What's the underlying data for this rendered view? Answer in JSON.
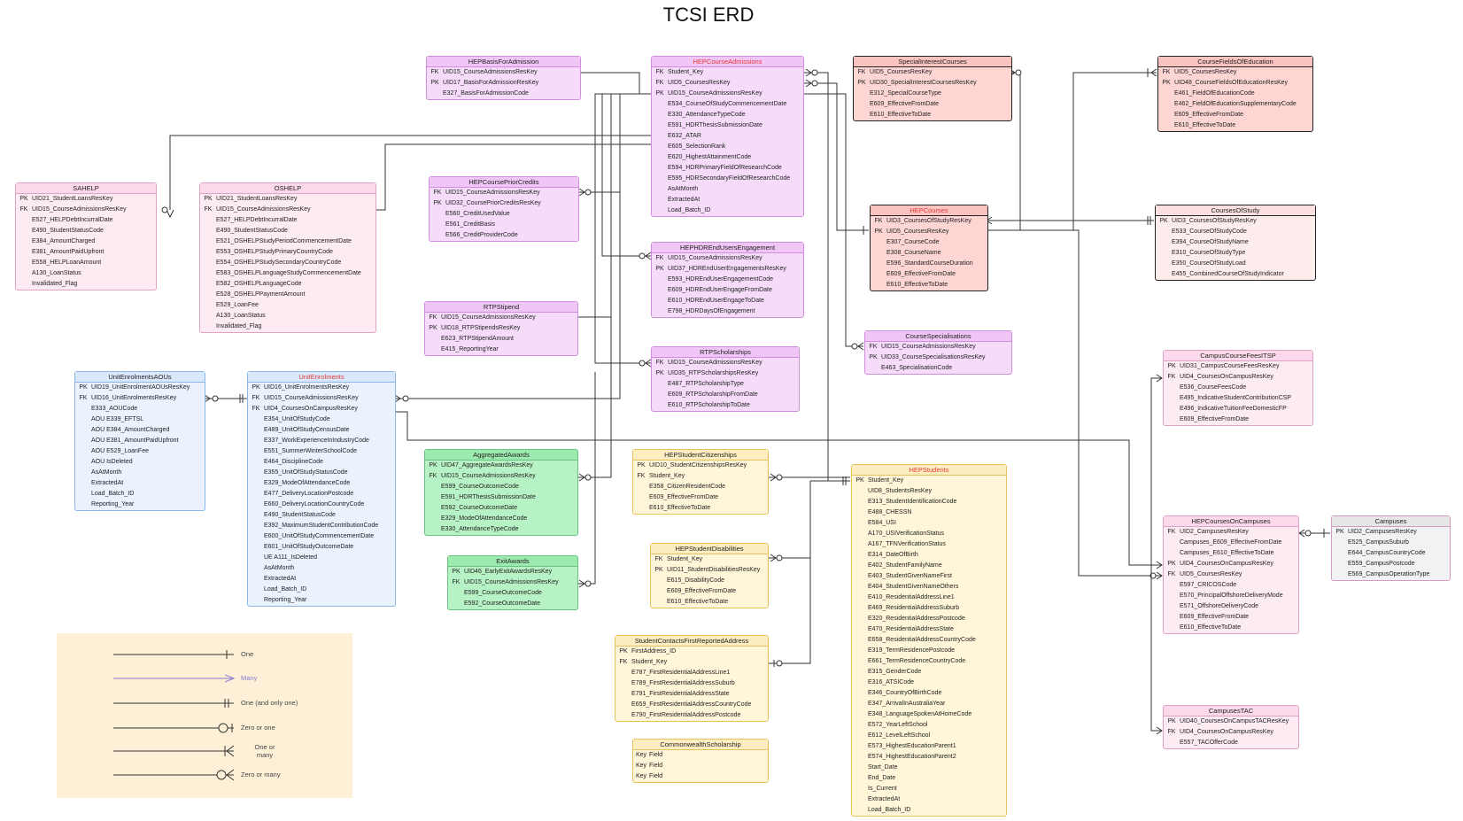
{
  "title": "TCSI ERD",
  "colors": {
    "pink": {
      "bg": "#fdebf4",
      "border": "#e0a3c6",
      "hdr": "#fbd9ea"
    },
    "purple": {
      "bg": "#f6dcfa",
      "border": "#d28ce0",
      "hdr": "#f0c6f6"
    },
    "red": {
      "bg": "#fdd6d4",
      "border": "#222222",
      "hdr": "#fbc3c0"
    },
    "redlight": {
      "bg": "#fdecec",
      "border": "#222222",
      "hdr": "#fbe0e0"
    },
    "blue": {
      "bg": "#eaf2fd",
      "border": "#8ab6ea",
      "hdr": "#d9e8fb"
    },
    "green": {
      "bg": "#b7f2c4",
      "border": "#68c47e",
      "hdr": "#9deab0"
    },
    "yellow": {
      "bg": "#fff6d9",
      "border": "#e7c25c",
      "hdr": "#fdedc0"
    },
    "gray": {
      "bg": "#f2f2f2",
      "border": "#d49bc0",
      "hdr": "#e6e6e6"
    },
    "red_title": "#e53935"
  },
  "entities": [
    {
      "id": "hepbasis",
      "name": "HEPBasisForAdmission",
      "theme": "purple",
      "rows": [
        [
          "FK",
          "UID15_CourseAdmissionsResKey"
        ],
        [
          "PK",
          "UID17_BasisForAdmissionResKey"
        ],
        [
          "",
          "E327_BasisForAdmissionCode"
        ]
      ]
    },
    {
      "id": "hepcourseadm",
      "name": "HEPCourseAdmissions",
      "theme": "purple",
      "red": true,
      "rows": [
        [
          "FK",
          "Student_Key"
        ],
        [
          "FK",
          "UID5_CoursesResKey"
        ],
        [
          "PK",
          "UID15_CourseAdmissionsResKey"
        ],
        [
          "",
          "E534_CourseOfStudyCommencementDate"
        ],
        [
          "",
          "E330_AttendanceTypeCode"
        ],
        [
          "",
          "E591_HDRThesisSubmissionDate"
        ],
        [
          "",
          "E632_ATAR"
        ],
        [
          "",
          "E605_SelectionRank"
        ],
        [
          "",
          "E620_HighestAttainmentCode"
        ],
        [
          "",
          "E594_HDRPrimaryFieldOfResearchCode"
        ],
        [
          "",
          "E595_HDRSecondaryFieldOfResearchCode"
        ],
        [
          "",
          "AsAtMonth"
        ],
        [
          "",
          "ExtractedAt"
        ],
        [
          "",
          "Load_Batch_ID"
        ]
      ]
    },
    {
      "id": "specialint",
      "name": "SpecialInterestCourses",
      "theme": "red",
      "rows": [
        [
          "FK",
          "UID5_CoursesResKey"
        ],
        [
          "PK",
          "UID30_SpecialInterestCoursesResKey"
        ],
        [
          "",
          "E312_SpecialCourseType"
        ],
        [
          "",
          "E609_EffectiveFromDate"
        ],
        [
          "",
          "E610_EffectiveToDate"
        ]
      ]
    },
    {
      "id": "coursefields",
      "name": "CourseFieldsOfEducation",
      "theme": "red",
      "rows": [
        [
          "FK",
          "UID5_CoursesResKey"
        ],
        [
          "PK",
          "UID48_CourseFieldsOfEducationResKey"
        ],
        [
          "",
          "E461_FieldOfEducationCode"
        ],
        [
          "",
          "E462_FieldOfEducationSupplementaryCode"
        ],
        [
          "",
          "E609_EffectiveFromDate"
        ],
        [
          "",
          "E610_EffectiveToDate"
        ]
      ]
    },
    {
      "id": "sahelp",
      "name": "SAHELP",
      "theme": "pink",
      "rows": [
        [
          "PK",
          "UID21_StudentLoansResKey"
        ],
        [
          "FK",
          "UID15_CourseAdmissionsResKey"
        ],
        [
          "",
          "E527_HELPDebtIncurralDate"
        ],
        [
          "",
          "E490_StudentStatusCode"
        ],
        [
          "",
          "E384_AmountCharged"
        ],
        [
          "",
          "E381_AmountPaidUpfront"
        ],
        [
          "",
          "E558_HELPLoanAmount"
        ],
        [
          "",
          "A130_LoanStatus"
        ],
        [
          "",
          "Invalidated_Flag"
        ]
      ]
    },
    {
      "id": "oshelp",
      "name": "OSHELP",
      "theme": "pink",
      "rows": [
        [
          "PK",
          "UID21_StudentLoansResKey"
        ],
        [
          "FK",
          "UID15_CourseAdmissionsResKey"
        ],
        [
          "",
          "E527_HELPDebtIncurralDate"
        ],
        [
          "",
          "E490_StudentStatusCode"
        ],
        [
          "",
          "E521_OSHELPStudyPeriodCommencementDate"
        ],
        [
          "",
          "E553_OSHELPStudyPrimaryCountryCode"
        ],
        [
          "",
          "E554_OSHELPStudySecondaryCountryCode"
        ],
        [
          "",
          "E583_OSHELPLanguageStudyCommencementDate"
        ],
        [
          "",
          "E582_OSHELPLanguageCode"
        ],
        [
          "",
          "E528_OSHELPPaymentAmount"
        ],
        [
          "",
          "E529_LoanFee"
        ],
        [
          "",
          "A130_LoanStatus"
        ],
        [
          "",
          "Invalidated_Flag"
        ]
      ]
    },
    {
      "id": "priorcredits",
      "name": "HEPCoursePriorCredits",
      "theme": "purple",
      "rows": [
        [
          "FK",
          "UID15_CourseAdmissionsResKey"
        ],
        [
          "PK",
          "UID32_CoursePriorCreditsResKey"
        ],
        [
          "",
          "E560_CreditUsedValue"
        ],
        [
          "",
          "E561_CreditBasis"
        ],
        [
          "",
          "E566_CreditProviderCode"
        ]
      ]
    },
    {
      "id": "hepcourses",
      "name": "HEPCourses",
      "theme": "red",
      "red": true,
      "rows": [
        [
          "FK",
          "UID3_CoursesOfStudyResKey"
        ],
        [
          "PK",
          "UID5_CoursesResKey"
        ],
        [
          "",
          "E307_CourseCode"
        ],
        [
          "",
          "E308_CourseName"
        ],
        [
          "",
          "E596_StandardCourseDuration"
        ],
        [
          "",
          "E609_EffectiveFromDate"
        ],
        [
          "",
          "E610_EffectiveToDate"
        ]
      ]
    },
    {
      "id": "coursesofstudy",
      "name": "CoursesOfStudy",
      "theme": "redlight",
      "rows": [
        [
          "PK",
          "UID3_CoursesOfStudyResKey"
        ],
        [
          "",
          "E533_CourseOfStudyCode"
        ],
        [
          "",
          "E394_CourseOfStudyName"
        ],
        [
          "",
          "E310_CourseOfStudyType"
        ],
        [
          "",
          "E350_CourseOfStudyLoad"
        ],
        [
          "",
          "E455_CombinedCourseOfStudyIndicator"
        ]
      ]
    },
    {
      "id": "hdrend",
      "name": "HEPHDREndUsersEngagement",
      "theme": "purple",
      "rows": [
        [
          "FK",
          "UID15_CourseAdmissionsResKey"
        ],
        [
          "PK",
          "UID37_HDREndUserEngagementsResKey"
        ],
        [
          "",
          "E593_HDREndUserEngagementCode"
        ],
        [
          "",
          "E609_HDREndUserEngageFromDate"
        ],
        [
          "",
          "E610_HDREndUserEngageToDate"
        ],
        [
          "",
          "E798_HDRDaysOfEngagement"
        ]
      ]
    },
    {
      "id": "rtpstipend",
      "name": "RTPStipend",
      "theme": "purple",
      "rows": [
        [
          "FK",
          "UID15_CourseAdmissionsResKey"
        ],
        [
          "PK",
          "UID18_RTPStipendsResKey"
        ],
        [
          "",
          "E623_RTPStipendAmount"
        ],
        [
          "",
          "E415_ReportingYear"
        ]
      ]
    },
    {
      "id": "coursespec",
      "name": "CourseSpecialisations",
      "theme": "purple",
      "rows": [
        [
          "FK",
          "UID15_CourseAdmissionsResKey"
        ],
        [
          "PK",
          "UID33_CourseSpecialisationsResKey"
        ],
        [
          "",
          "E463_SpecialisationCode"
        ]
      ]
    },
    {
      "id": "rtpschol",
      "name": "RTPScholarships",
      "theme": "purple",
      "rows": [
        [
          "FK",
          "UID15_CourseAdmissionsResKey"
        ],
        [
          "PK",
          "UID35_RTPScholarshipsResKey"
        ],
        [
          "",
          "E487_RTPScholarshipType"
        ],
        [
          "",
          "E609_RTPScholarshipFromDate"
        ],
        [
          "",
          "E610_RTPScholarshipToDate"
        ]
      ]
    },
    {
      "id": "campusfees",
      "name": "CampusCourseFeesITSP",
      "theme": "pink",
      "rows": [
        [
          "PK",
          "UID31_CampusCourseFeesResKey"
        ],
        [
          "FK",
          "UID4_CoursesOnCampusResKey"
        ],
        [
          "",
          "E536_CourseFeesCode"
        ],
        [
          "",
          "E495_IndicativeStudentContributionCSP"
        ],
        [
          "",
          "E496_IndicativeTuitionFeeDomesticFP"
        ],
        [
          "",
          "E609_EffectiveFromDate"
        ]
      ]
    },
    {
      "id": "ueaous",
      "name": "UnitEnrolmentsAOUs",
      "theme": "blue",
      "rows": [
        [
          "PK",
          "UID19_UnitEnrolmentAOUsResKey"
        ],
        [
          "FK",
          "UID16_UnitEnrolmentsResKey"
        ],
        [
          "",
          "E333_AOUCode"
        ],
        [
          "",
          "AOU E339_EFTSL"
        ],
        [
          "",
          "AOU E384_AmountCharged"
        ],
        [
          "",
          "AOU E381_AmountPaidUpfront"
        ],
        [
          "",
          "AOU E529_LoanFee"
        ],
        [
          "",
          "AOU IsDeleted"
        ],
        [
          "",
          "AsAtMonth"
        ],
        [
          "",
          "ExtractedAt"
        ],
        [
          "",
          "Load_Batch_ID"
        ],
        [
          "",
          "Reporting_Year"
        ]
      ]
    },
    {
      "id": "ue",
      "name": "UnitEnrolments",
      "theme": "blue",
      "red": true,
      "rows": [
        [
          "PK",
          "UID16_UnitEnrolmentsResKey"
        ],
        [
          "FK",
          "UID15_CourseAdmissionsResKey"
        ],
        [
          "FK",
          "UID4_CoursesOnCampusResKey"
        ],
        [
          "",
          "E354_UnitOfStudyCode"
        ],
        [
          "",
          "E489_UnitOfStudyCensusDate"
        ],
        [
          "",
          "E337_WorkExperienceInIndustryCode"
        ],
        [
          "",
          "E551_SummerWinterSchoolCode"
        ],
        [
          "",
          "E464_DisciplineCode"
        ],
        [
          "",
          "E355_UnitOfStudyStatusCode"
        ],
        [
          "",
          "E329_ModeOfAttendanceCode"
        ],
        [
          "",
          "E477_DeliveryLocationPostcode"
        ],
        [
          "",
          "E660_DeliveryLocationCountryCode"
        ],
        [
          "",
          "E490_StudentStatusCode"
        ],
        [
          "",
          "E392_MaximumStudentContributionCode"
        ],
        [
          "",
          "E600_UnitOfStudyCommencementDate"
        ],
        [
          "",
          "E601_UnitOfStudyOutcomeDate"
        ],
        [
          "",
          "UE A111_IsDeleted"
        ],
        [
          "",
          "AsAtMonth"
        ],
        [
          "",
          "ExtractedAt"
        ],
        [
          "",
          "Load_Batch_ID"
        ],
        [
          "",
          "Reporting_Year"
        ]
      ]
    },
    {
      "id": "aggawards",
      "name": "AggregatedAwards",
      "theme": "green",
      "rows": [
        [
          "PK",
          "UID47_AggregateAwardsResKey"
        ],
        [
          "FK",
          "UID15_CourseAdmissionsResKey"
        ],
        [
          "",
          "E599_CourseOutcomeCode"
        ],
        [
          "",
          "E591_HDRThesisSubmissionDate"
        ],
        [
          "",
          "E592_CourseOutcomeDate"
        ],
        [
          "",
          "E329_ModeOfAttendanceCode"
        ],
        [
          "",
          "E330_AttendanceTypeCode"
        ]
      ]
    },
    {
      "id": "citizen",
      "name": "HEPStudentCitizenships",
      "theme": "yellow",
      "rows": [
        [
          "PK",
          "UID10_StudentCitizenshipsResKey"
        ],
        [
          "FK",
          "Student_Key"
        ],
        [
          "",
          "E358_CitizenResidentCode"
        ],
        [
          "",
          "E609_EffectiveFromDate"
        ],
        [
          "",
          "E610_EffectiveToDate"
        ]
      ]
    },
    {
      "id": "hepstudents",
      "name": "HEPStudents",
      "theme": "yellow",
      "red": true,
      "rows": [
        [
          "PK",
          "Student_Key"
        ],
        [
          "",
          "UID8_StudentsResKey"
        ],
        [
          "",
          "E313_StudentIdentificationCode"
        ],
        [
          "",
          "E488_CHESSN"
        ],
        [
          "",
          "E584_USI"
        ],
        [
          "",
          "A170_USIVerificationStatus"
        ],
        [
          "",
          "A167_TFNVerificationStatus"
        ],
        [
          "",
          "E314_DateOfBirth"
        ],
        [
          "",
          "E402_StudentFamilyName"
        ],
        [
          "",
          "E403_StudentGivenNameFirst"
        ],
        [
          "",
          "E404_StudentGivenNameOthers"
        ],
        [
          "",
          "E410_ResidentialAddressLine1"
        ],
        [
          "",
          "E469_ResidentialAddressSuburb"
        ],
        [
          "",
          "E320_ResidentialAddressPostcode"
        ],
        [
          "",
          "E470_ResidentialAddressState"
        ],
        [
          "",
          "E658_ResidentialAddressCountryCode"
        ],
        [
          "",
          "E319_TermResidencePostcode"
        ],
        [
          "",
          "E661_TermResidenceCountryCode"
        ],
        [
          "",
          "E315_GenderCode"
        ],
        [
          "",
          "E316_ATSICode"
        ],
        [
          "",
          "E346_CountryOfBirthCode"
        ],
        [
          "",
          "E347_ArrivalInAustraliaYear"
        ],
        [
          "",
          "E348_LanguageSpokenAtHomeCode"
        ],
        [
          "",
          "E572_YearLeftSchool"
        ],
        [
          "",
          "E612_LevelLeftSchool"
        ],
        [
          "",
          "E573_HighestEducationParent1"
        ],
        [
          "",
          "E574_HighestEducationParent2"
        ],
        [
          "",
          "Start_Date"
        ],
        [
          "",
          "End_Date"
        ],
        [
          "",
          "Is_Current"
        ],
        [
          "",
          "ExtractedAt"
        ],
        [
          "",
          "Load_Batch_ID"
        ]
      ]
    },
    {
      "id": "coursesoncampus",
      "name": "HEPCoursesOnCampuses",
      "theme": "pink",
      "rows": [
        [
          "FK",
          "UID2_CampusesResKey"
        ],
        [
          "",
          "Campuses_E609_EffectiveFromDate"
        ],
        [
          "",
          "Campuses_E610_EffectiveToDate"
        ],
        [
          "PK",
          "UID4_CoursesOnCampusResKey"
        ],
        [
          "FK",
          "UID5_CoursesResKey"
        ],
        [
          "",
          "E597_CRICOSCode"
        ],
        [
          "",
          "E570_PrincipalOffshoreDeliveryMode"
        ],
        [
          "",
          "E571_OffshoreDeliveryCode"
        ],
        [
          "",
          "E609_EffectiveFromDate"
        ],
        [
          "",
          "E610_EffectiveToDate"
        ]
      ]
    },
    {
      "id": "campuses",
      "name": "Campuses",
      "theme": "gray",
      "rows": [
        [
          "PK",
          "UID2_CampusesResKey"
        ],
        [
          "",
          "E525_CampusSuburb"
        ],
        [
          "",
          "E644_CampusCountryCode"
        ],
        [
          "",
          "E559_CampusPostcode"
        ],
        [
          "",
          "E569_CampusOperationType"
        ]
      ]
    },
    {
      "id": "disab",
      "name": "HEPStudentDisabilities",
      "theme": "yellow",
      "rows": [
        [
          "FK",
          "Student_Key"
        ],
        [
          "PK",
          "UID11_StudentDisabilitiesResKey"
        ],
        [
          "",
          "E615_DisabilityCode"
        ],
        [
          "",
          "E609_EffectiveFromDate"
        ],
        [
          "",
          "E610_EffectiveToDate"
        ]
      ]
    },
    {
      "id": "exitawards",
      "name": "ExitAwards",
      "theme": "green",
      "rows": [
        [
          "PK",
          "UID46_EarlyExitAwardsResKey"
        ],
        [
          "FK",
          "UID15_CourseAdmissionsResKey"
        ],
        [
          "",
          "E599_CourseOutcomeCode"
        ],
        [
          "",
          "E592_CourseOutcomeDate"
        ]
      ]
    },
    {
      "id": "contacts",
      "name": "StudentContactsFirstReportedAddress",
      "theme": "yellow",
      "rows": [
        [
          "PK",
          "FirstAddress_ID"
        ],
        [
          "FK",
          "Student_Key"
        ],
        [
          "",
          "E787_FirstResidentialAddressLine1"
        ],
        [
          "",
          "E789_FirstResidentialAddressSuburb"
        ],
        [
          "",
          "E791_FirstResidentialAddressState"
        ],
        [
          "",
          "E659_FirstResidentialAddressCountryCode"
        ],
        [
          "",
          "E790_FirstResidentialAddressPostcode"
        ]
      ]
    },
    {
      "id": "campustac",
      "name": "CampusesTAC",
      "theme": "pink",
      "rows": [
        [
          "PK",
          "UID40_CoursesOnCampusTACResKey"
        ],
        [
          "FK",
          "UID4_CoursesOnCampusResKey"
        ],
        [
          "",
          "E557_TACOfferCode"
        ]
      ]
    },
    {
      "id": "commonwealth",
      "name": "CommonwealthScholarship",
      "theme": "yellow",
      "rows": [
        [
          "Key",
          "Field"
        ],
        [
          "Key",
          "Field"
        ],
        [
          "Key",
          "Field"
        ]
      ]
    }
  ],
  "legend": {
    "one": "One",
    "many": "Many",
    "one_only": "One (and only one)",
    "zero_or_one": "Zero or one",
    "one_or_many": "One or\nmany",
    "zero_or_many": "Zero or many"
  }
}
